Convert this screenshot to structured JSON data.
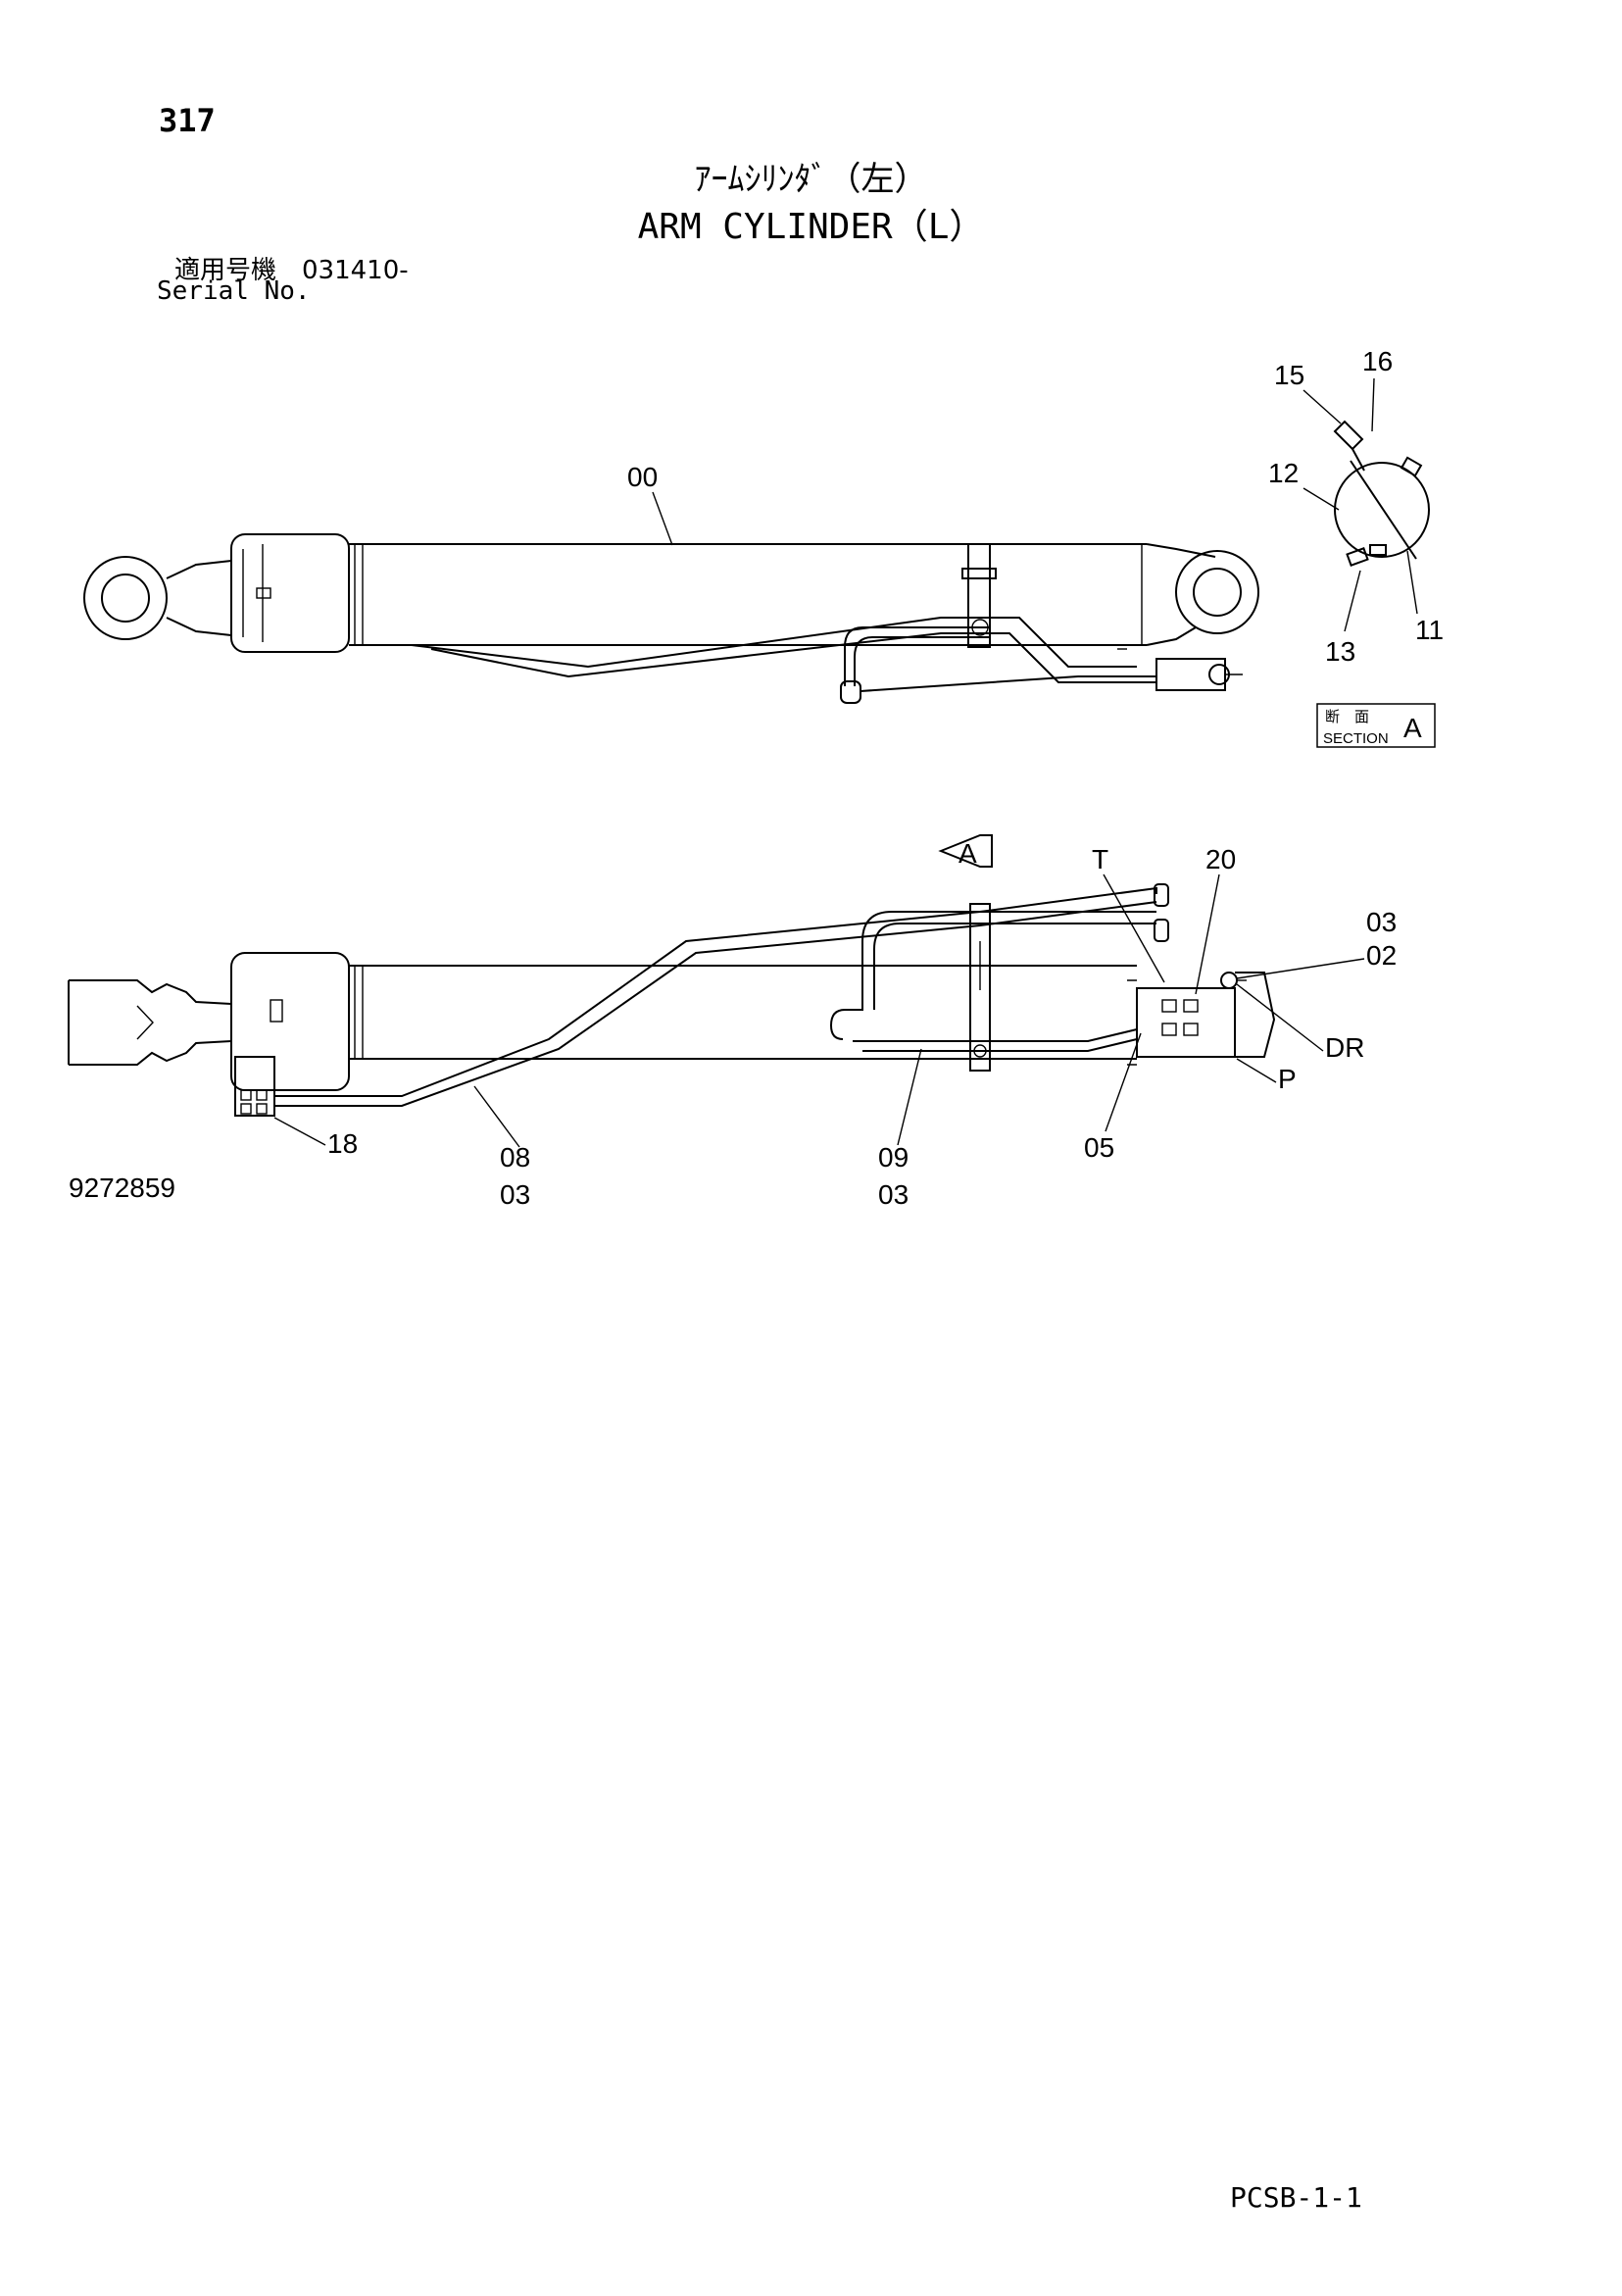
{
  "header": {
    "page_number": "317",
    "title_jp": "ｱｰﾑｼﾘﾝﾀﾞ（左）",
    "title_en": "ARM CYLINDER（L）",
    "serial_jp": "適用号機　031410-",
    "serial_label": "Serial No."
  },
  "upper_view": {
    "callouts": {
      "c00": "00",
      "c15": "15",
      "c16": "16",
      "c12": "12",
      "c13": "13",
      "c11": "11"
    },
    "section_box": {
      "jp": "断　面",
      "en": "SECTION",
      "letter": "A"
    }
  },
  "lower_view": {
    "view_arrow": "A",
    "callouts": {
      "T": "T",
      "c20": "20",
      "c03a": "03",
      "c02": "02",
      "DR": "DR",
      "P": "P",
      "c18": "18",
      "c08": "08",
      "c03b": "03",
      "c09": "09",
      "c03c": "03",
      "c05": "05"
    }
  },
  "footer": {
    "doc_number": "9272859",
    "code": "PCSB-1-1"
  }
}
